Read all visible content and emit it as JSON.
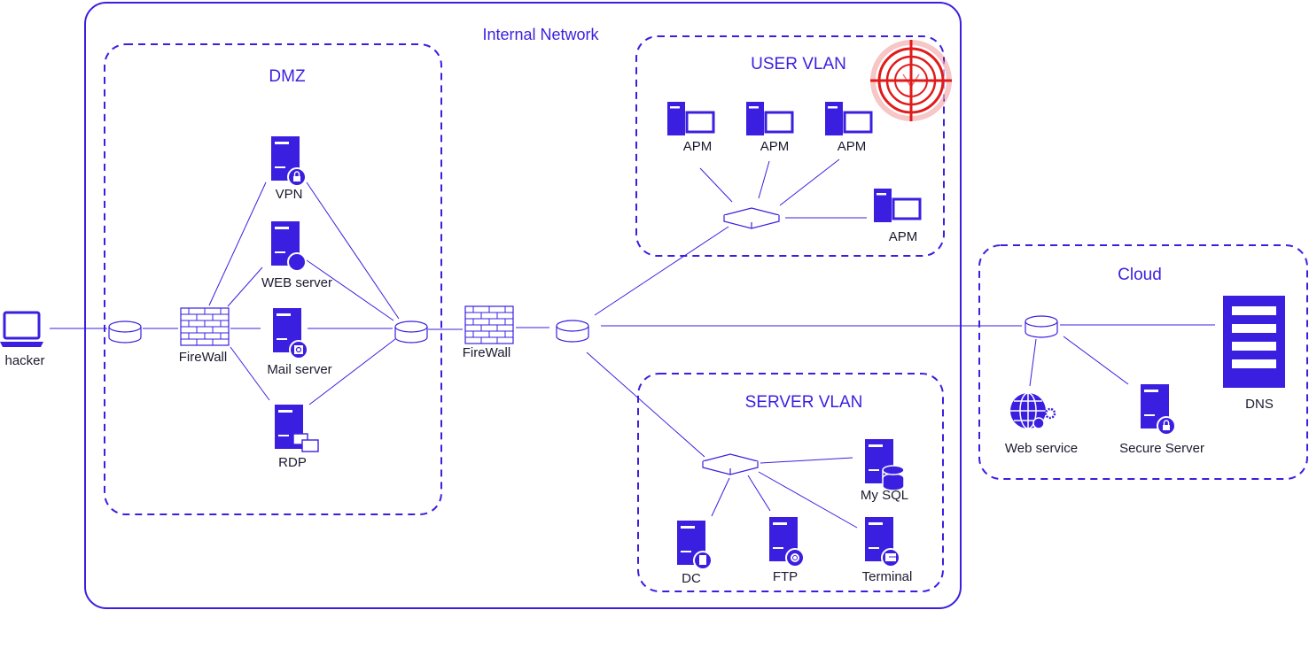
{
  "colors": {
    "primary": "#3a1fe0",
    "line": "#3a1fe0",
    "text": "#1a1a2e",
    "target": "#e01b1b",
    "background": "#ffffff"
  },
  "zones": {
    "internal_network": "Internal Network",
    "dmz": "DMZ",
    "user_vlan": "USER VLAN",
    "server_vlan": "SERVER VLAN",
    "cloud": "Cloud"
  },
  "nodes": {
    "hacker": {
      "label": "hacker",
      "icon": "laptop-icon"
    },
    "dmz_firewall": {
      "label": "FireWall",
      "icon": "firewall-icon"
    },
    "vpn": {
      "label": "VPN",
      "icon": "server-lock-icon"
    },
    "web_server": {
      "label": "WEB server",
      "icon": "server-globe-icon"
    },
    "mail_server": {
      "label": "Mail server",
      "icon": "server-mail-icon"
    },
    "rdp": {
      "label": "RDP",
      "icon": "server-rdp-icon"
    },
    "core_firewall": {
      "label": "FireWall",
      "icon": "firewall-icon"
    },
    "apm1": {
      "label": "APM",
      "icon": "workstation-icon"
    },
    "apm2": {
      "label": "APM",
      "icon": "workstation-icon"
    },
    "apm3": {
      "label": "APM",
      "icon": "workstation-icon"
    },
    "apm4": {
      "label": "APM",
      "icon": "workstation-icon"
    },
    "mysql": {
      "label": "My SQL",
      "icon": "server-database-icon"
    },
    "dc": {
      "label": "DC",
      "icon": "server-dc-icon"
    },
    "ftp": {
      "label": "FTP",
      "icon": "server-ftp-icon"
    },
    "terminal": {
      "label": "Terminal",
      "icon": "server-terminal-icon"
    },
    "web_service": {
      "label": "Web service",
      "icon": "globe-gear-icon"
    },
    "secure_server": {
      "label": "Secure Server",
      "icon": "server-lock-icon"
    },
    "dns": {
      "label": "DNS",
      "icon": "dns-server-icon"
    }
  },
  "target": {
    "icon": "crosshair-target-icon",
    "on_zone": "USER VLAN"
  }
}
